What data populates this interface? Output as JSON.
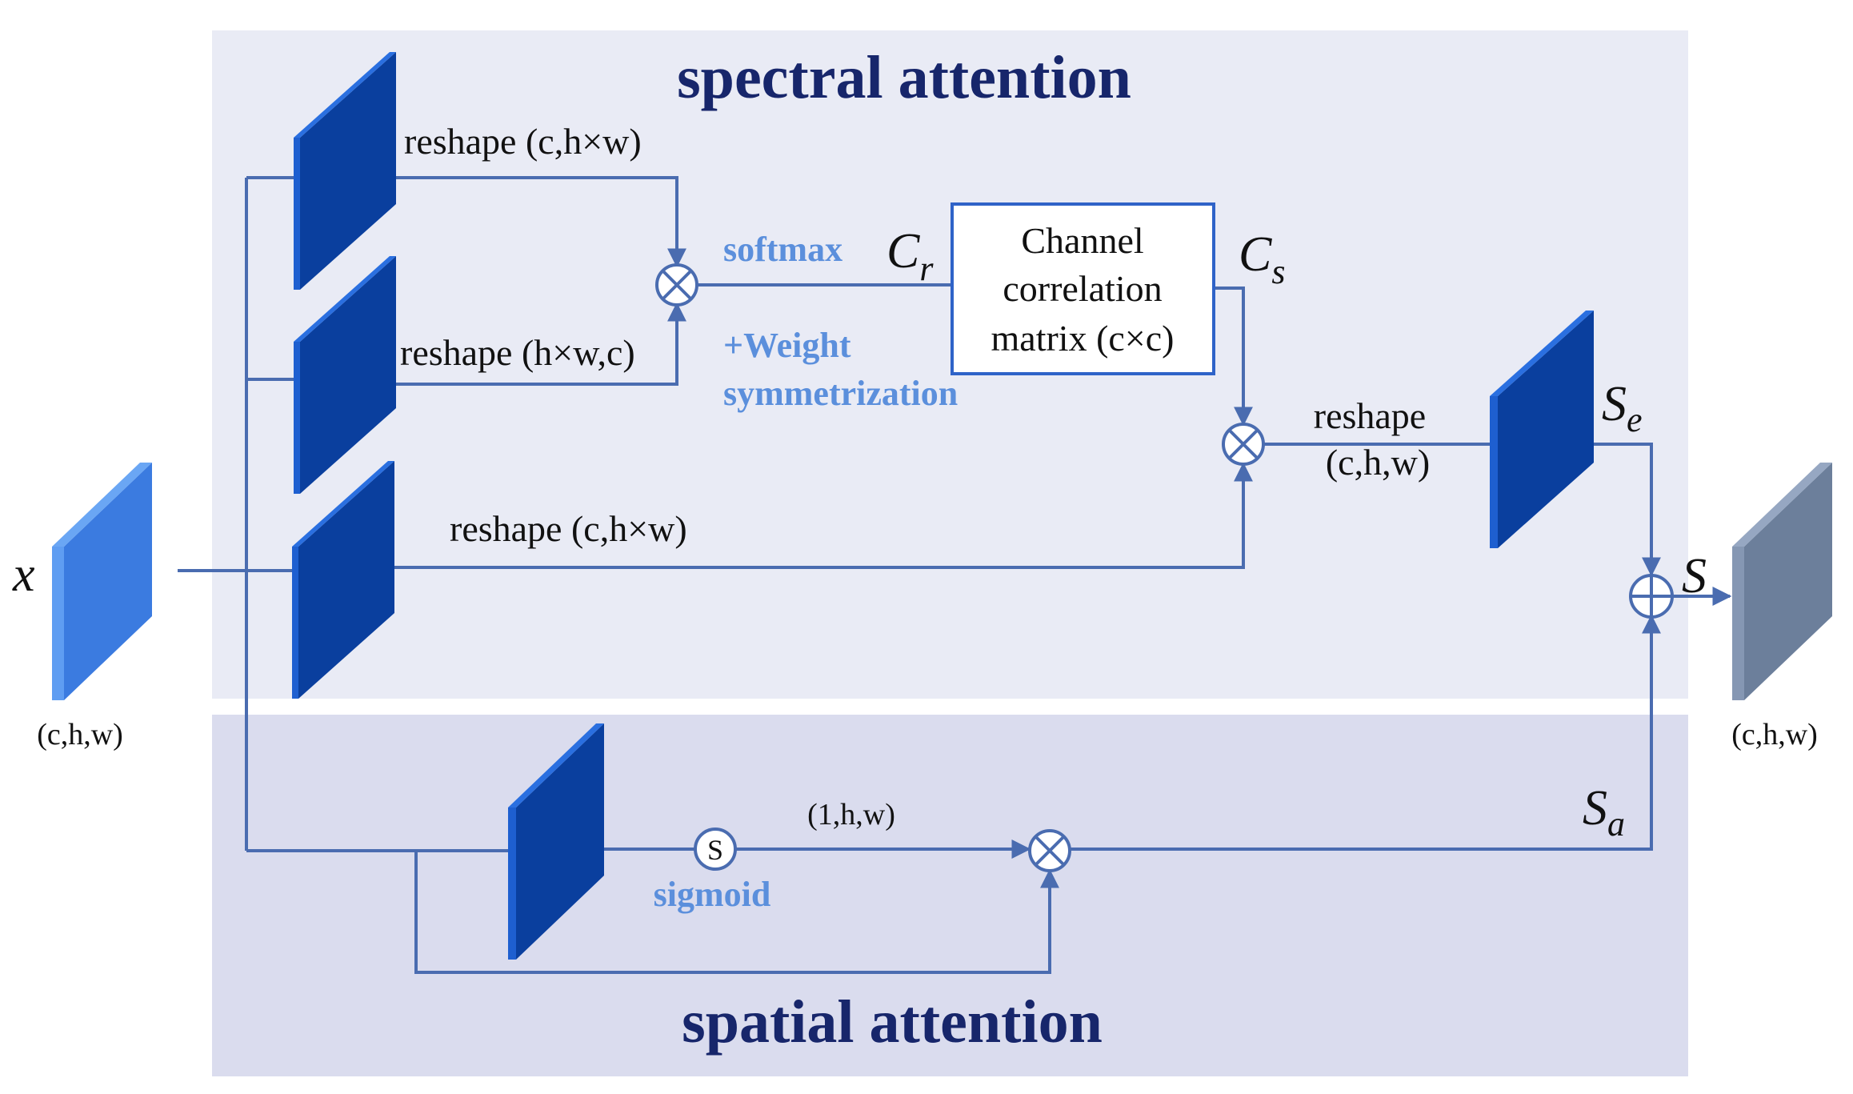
{
  "spectral_panel": {
    "title": "spectral attention",
    "reshape_top": "reshape (c,h×w)",
    "reshape_mid": "reshape (h×w,c)",
    "reshape_bot": "reshape (c,h×w)",
    "softmax": "softmax",
    "weight_line1": "+Weight",
    "weight_line2": "symmetrization",
    "cr_symbol": "C",
    "cr_sub": "r",
    "cs_symbol": "C",
    "cs_sub": "s",
    "corr_line1": "Channel",
    "corr_line2": "correlation",
    "corr_line3": "matrix (c×c)",
    "reshape_out_line1": "reshape",
    "reshape_out_line2": "(c,h,w)",
    "se_symbol": "S",
    "se_sub": "e"
  },
  "spatial_panel": {
    "title": "spatial attention",
    "sigmoid": "sigmoid",
    "sigmoid_glyph": "S",
    "shape_1hw": "(1,h,w)",
    "sa_symbol": "S",
    "sa_sub": "a"
  },
  "input": {
    "symbol": "x",
    "shape": "(c,h,w)"
  },
  "output": {
    "symbol": "S",
    "shape": "(c,h,w)"
  },
  "colors": {
    "spectral_bg": "#e9ebf5",
    "spatial_bg": "#dadcee",
    "block_front": "#0a3f9e",
    "block_side": "#1e5fd0",
    "input_front": "#3b7be0",
    "input_side": "#5f9df2",
    "output_front": "#6c7f9b",
    "output_side": "#8597b3",
    "wire": "#4a6cb0",
    "accent_text": "#5b8fdc",
    "title_text": "#17266b"
  }
}
